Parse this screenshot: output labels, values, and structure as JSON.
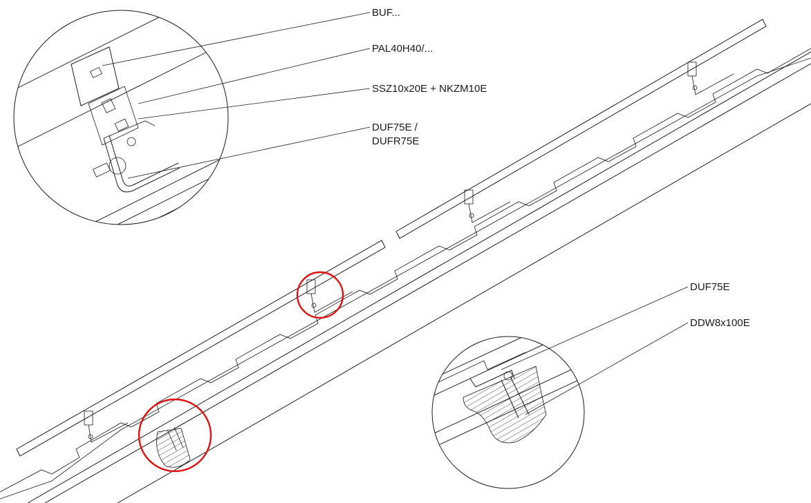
{
  "labels": {
    "buf": "BUF...",
    "pal": "PAL40H40/...",
    "ssz_nkzm": "SSZ10x20E + NKZM10E",
    "duf_line1": "DUF75E /",
    "duf_line2": "DUFR75E",
    "duf75e": "DUF75E",
    "ddw": "DDW8x100E"
  },
  "colors": {
    "line": "#1a1a1a",
    "highlight": "#e01010",
    "background": "#ffffff"
  }
}
